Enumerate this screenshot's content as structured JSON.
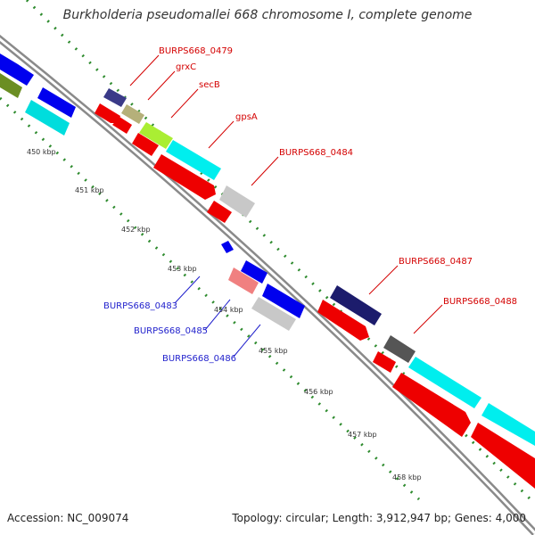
{
  "title": "Burkholderia pseudomallei 668 chromosome I, complete genome",
  "footer": {
    "accession": "Accession: NC_009074",
    "stats": "Topology: circular; Length: 3,912,947 bp; Genes: 4,000"
  },
  "ticks": [
    "450 kbp",
    "451 kbp",
    "452 kbp",
    "453 kbp",
    "454 kbp",
    "455 kbp",
    "456 kbp",
    "457 kbp",
    "458 kbp"
  ],
  "labels": {
    "outer": [
      "BURPS668_0479",
      "grxC",
      "secB",
      "gpsA",
      "BURPS668_0484",
      "BURPS668_0487",
      "BURPS668_0488"
    ],
    "inner": [
      "BURPS668_0483",
      "BURPS668_0485",
      "BURPS668_0486"
    ]
  },
  "colors": {
    "outer_label": "#d40000",
    "inner_label": "#1f1fcc",
    "backbone": "#888888",
    "tick_dots": "#2e8b2e",
    "forward_gene": "#ff0000",
    "reverse_gene": "#0000ff",
    "cog_cyan": "#00ffff",
    "cog_gray": "#bbbbbb"
  }
}
